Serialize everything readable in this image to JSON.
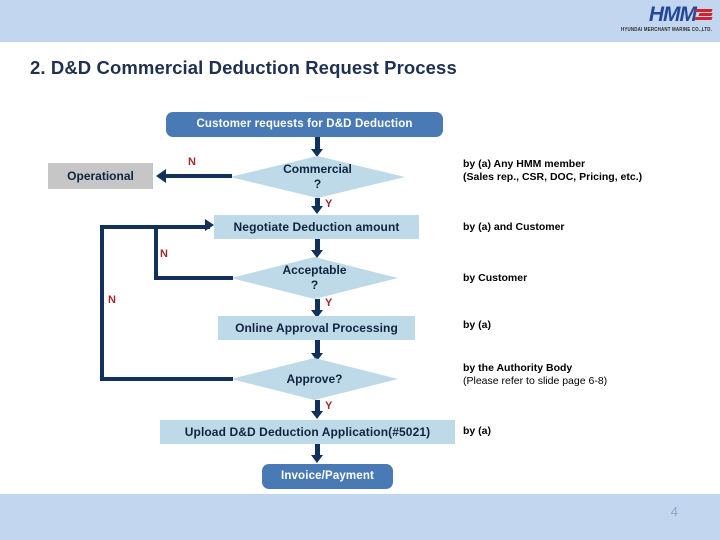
{
  "header": {
    "logo_mark": "HMM",
    "logo_sub": "HYUNDAI MERCHANT MARINE CO.,LTD.",
    "band_color": "#c3d6ef"
  },
  "title": "2. D&D Commercial Deduction Request Process",
  "footer": {
    "page_number": "4",
    "band_color": "#c3d6ef"
  },
  "colors": {
    "terminator_fill": "#4a7ab5",
    "process_fill": "#bed9e8",
    "offpage_fill": "#c6c6c6",
    "connector": "#12305c",
    "branch_label": "#9e2a2a",
    "title": "#1f3050"
  },
  "flow": {
    "nodes": [
      {
        "id": "start",
        "label": "Customer requests for D&D Deduction",
        "shape": "terminator"
      },
      {
        "id": "commercial",
        "label": "Commercial",
        "sublabel": "?",
        "shape": "decision"
      },
      {
        "id": "operational",
        "label": "Operational",
        "shape": "offpage"
      },
      {
        "id": "negotiate",
        "label": "Negotiate Deduction amount",
        "shape": "process"
      },
      {
        "id": "acceptable",
        "label": "Acceptable",
        "sublabel": "?",
        "shape": "decision"
      },
      {
        "id": "online",
        "label": "Online Approval Processing",
        "shape": "process"
      },
      {
        "id": "approve",
        "label": "Approve?",
        "shape": "decision"
      },
      {
        "id": "upload",
        "label": "Upload D&D Deduction Application(#5021)",
        "shape": "process"
      },
      {
        "id": "invoice",
        "label": "Invoice/Payment",
        "shape": "terminator"
      }
    ],
    "branch_labels": [
      {
        "id": "commercial-no",
        "text": "N"
      },
      {
        "id": "commercial-yes",
        "text": "Y"
      },
      {
        "id": "acceptable-no",
        "text": "N"
      },
      {
        "id": "acceptable-yes",
        "text": "Y"
      },
      {
        "id": "approve-no",
        "text": "N"
      },
      {
        "id": "approve-yes",
        "text": "Y"
      }
    ]
  },
  "notes": [
    {
      "id": "note-commercial",
      "line1": "by (a) Any HMM member",
      "line2": "(Sales rep., CSR, DOC, Pricing, etc.)"
    },
    {
      "id": "note-negotiate",
      "line1": "by (a) and Customer",
      "line2": ""
    },
    {
      "id": "note-acceptable",
      "line1": "by Customer",
      "line2": ""
    },
    {
      "id": "note-online",
      "line1": "by (a)",
      "line2": ""
    },
    {
      "id": "note-approve",
      "line1": "by the Authority Body",
      "line2": "(Please refer to slide page 6-8)"
    },
    {
      "id": "note-upload",
      "line1": "by (a)",
      "line2": ""
    }
  ]
}
